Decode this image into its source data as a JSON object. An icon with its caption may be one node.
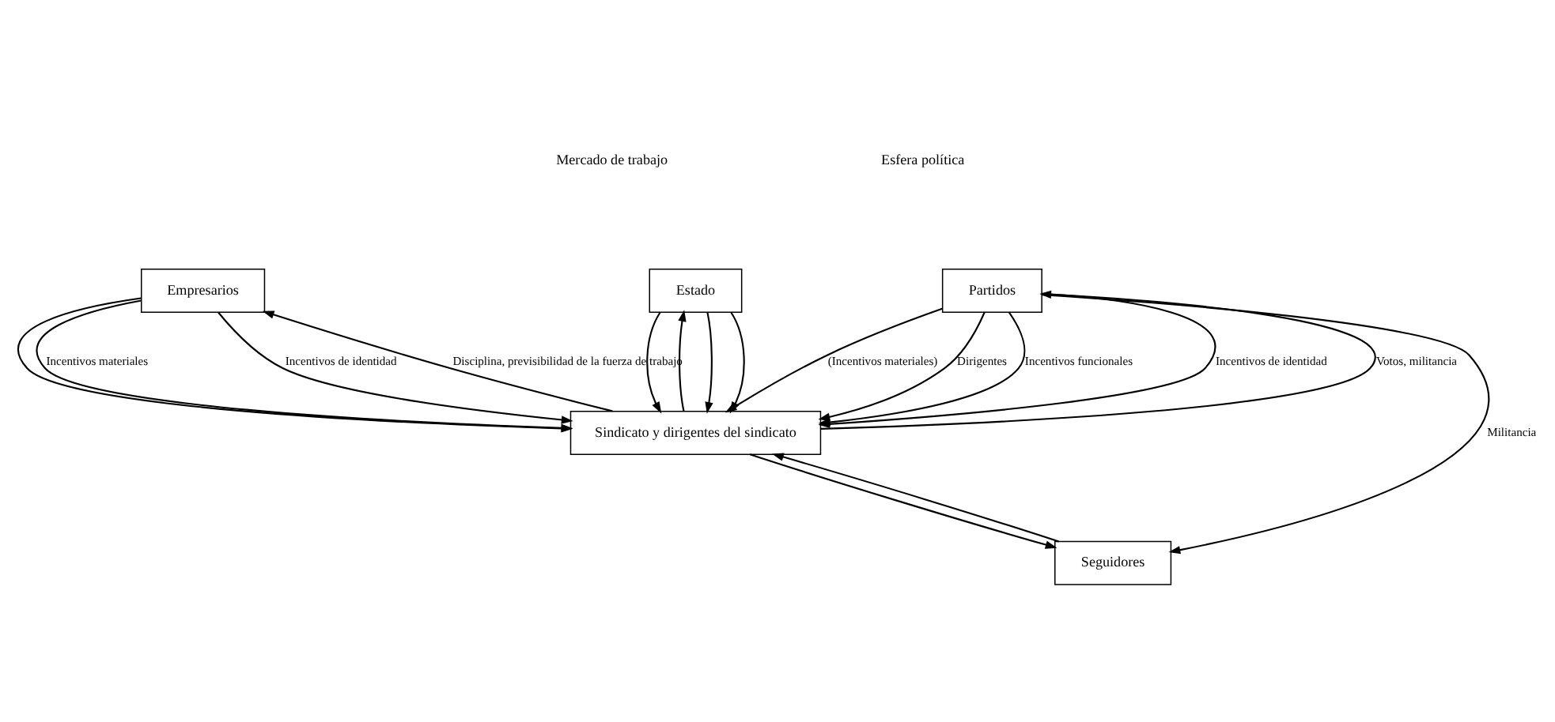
{
  "diagram": {
    "nodes": [
      {
        "text": [
          "Empresarios"
        ]
      },
      {
        "text": [
          "Estado"
        ]
      },
      {
        "text": [
          "Partidos"
        ]
      },
      {
        "text": [
          "Sindicato y dirigentes del sindicato"
        ]
      },
      {
        "text": [
          "Seguidores"
        ]
      }
    ],
    "edges": [
      {
        "from": 3,
        "to": 0,
        "arrow": "to",
        "label": "Disciplina, previsibilidad de la fuerza de trabajo"
      },
      {
        "from": 0,
        "to": 3,
        "arrow": "to",
        "label": "Incentivos materiales"
      },
      {
        "from": 0,
        "to": 3,
        "arrow": "to",
        "label": "Incentivos de identidad"
      },
      {
        "from": 0,
        "to": 3,
        "arrow": "to"
      },
      {
        "from": 3,
        "to": 1,
        "arrow": "to"
      },
      {
        "from": 1,
        "to": 3,
        "arrow": "to"
      },
      {
        "from": 1,
        "to": 3,
        "arrow": "to"
      },
      {
        "from": 1,
        "to": 3,
        "arrow": "to"
      },
      {
        "from": 3,
        "to": 2,
        "arrow": "to",
        "label": "Votos, militancia"
      },
      {
        "from": 2,
        "to": 3,
        "arrow": "to",
        "label": "Incentivos de identidad"
      },
      {
        "from": 2,
        "to": 3,
        "arrow": "to",
        "label": "(Incentivos materiales)"
      },
      {
        "from": 2,
        "to": 3,
        "arrow": "to",
        "label": "Dirigentes"
      },
      {
        "from": 2,
        "to": 3,
        "arrow": "to",
        "label": "Incentivos funcionales"
      },
      {
        "from": 3,
        "to": 4,
        "arrow": "to"
      },
      {
        "from": 4,
        "to": 3,
        "arrow": "to"
      },
      {
        "from": 2,
        "to": 4,
        "arrow": "to",
        "label": "Militancia"
      }
    ],
    "labels": [
      "Mercado de trabajo",
      "Esfera política"
    ]
  }
}
